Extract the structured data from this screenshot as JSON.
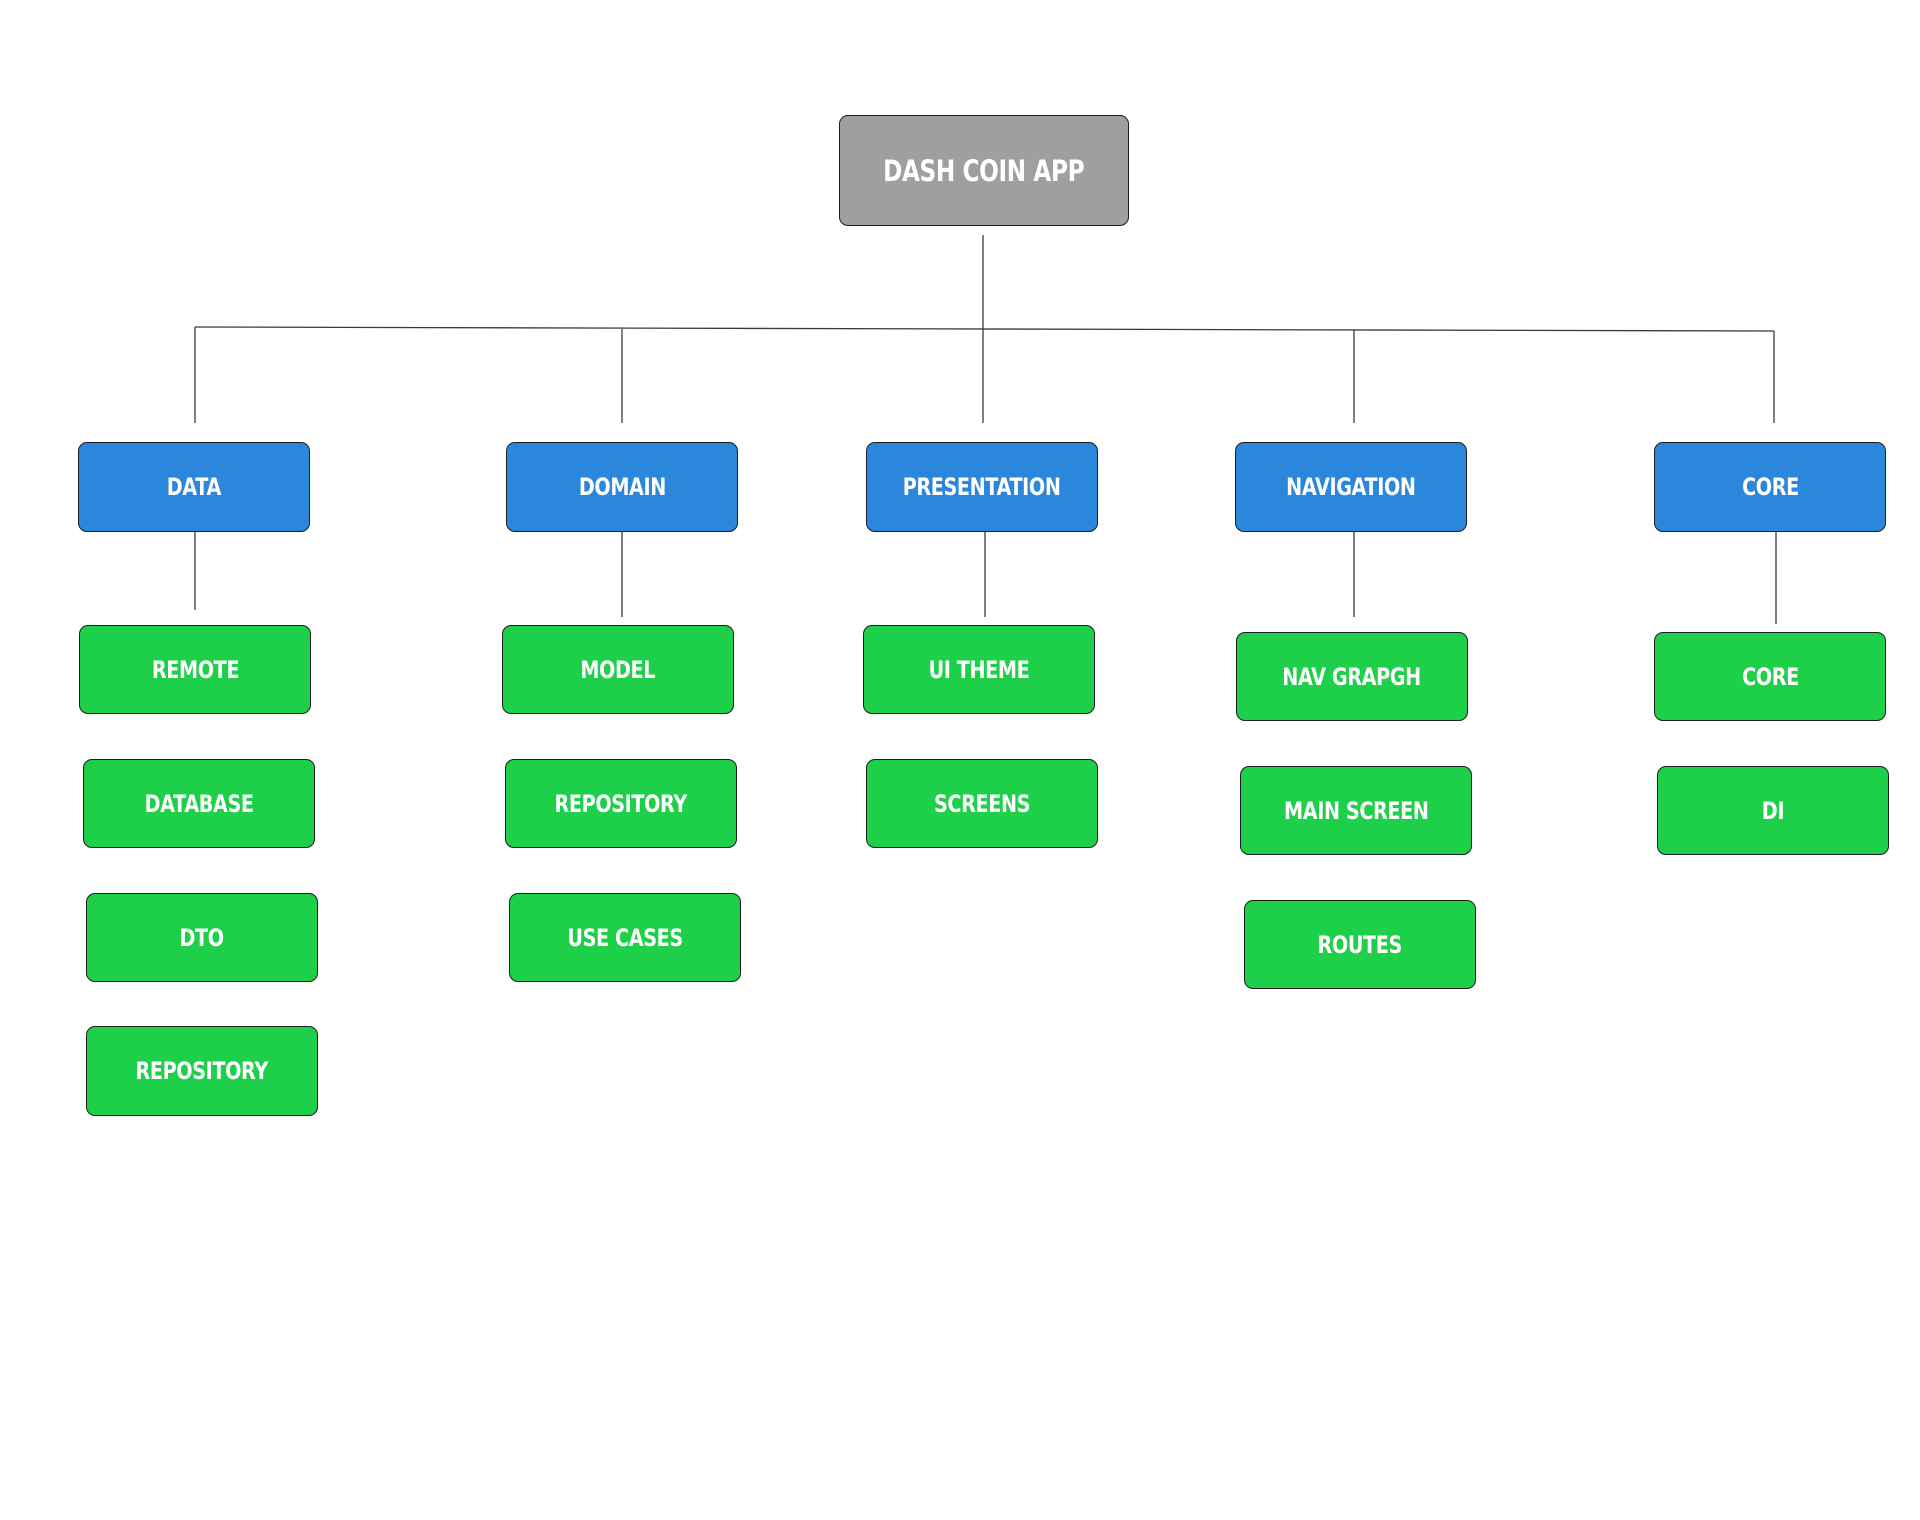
{
  "diagram": {
    "root": {
      "label": "DASH COIN APP"
    },
    "categories": [
      {
        "label": "DATA",
        "children": [
          "REMOTE",
          "DATABASE",
          "DTO",
          "REPOSITORY"
        ]
      },
      {
        "label": "DOMAIN",
        "children": [
          "MODEL",
          "REPOSITORY",
          "USE CASES"
        ]
      },
      {
        "label": "PRESENTATION",
        "children": [
          "UI THEME",
          "SCREENS"
        ]
      },
      {
        "label": "NAVIGATION",
        "children": [
          "NAV GRAPGH",
          "MAIN SCREEN",
          "ROUTES"
        ]
      },
      {
        "label": "CORE",
        "children": [
          "CORE",
          "DI"
        ]
      }
    ]
  },
  "colors": {
    "root": "#a09e9f",
    "category": "#2b87dc",
    "item": "#1ecf4a",
    "connector": "#3a3a3a",
    "border": "#1e1e1e"
  }
}
